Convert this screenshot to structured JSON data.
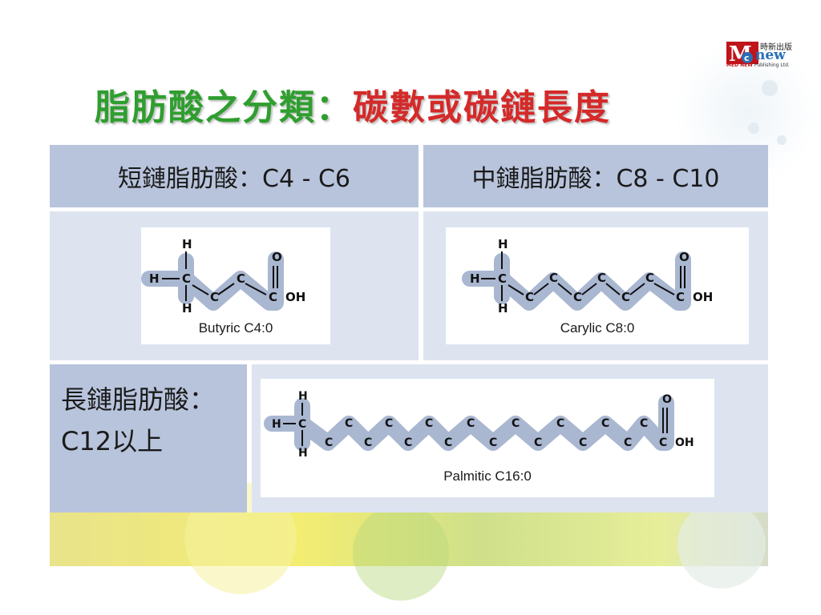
{
  "logo": {
    "letter_m": "M",
    "letter_c": "c",
    "text_cn": "時新出版",
    "text_new": "new",
    "text_pub_brand": "MED NEW",
    "text_pub_rest": "Publishing Ltd."
  },
  "title": {
    "part1": "脂肪酸之分類：",
    "part2": "碳數或碳鏈長度"
  },
  "table": {
    "short_chain_header": "短鏈脂肪酸：C4 - C6",
    "medium_chain_header": "中鏈脂肪酸：C8 - C10",
    "long_chain_label_line1": "長鏈脂肪酸：",
    "long_chain_label_line2": "C12以上"
  },
  "molecules": {
    "butyric": {
      "label": "Butyric C4:0",
      "atoms": {
        "h": "H",
        "c": "C",
        "o": "O",
        "oh": "OH"
      }
    },
    "caprylic": {
      "label": "Carylic C8:0",
      "atoms": {
        "h": "H",
        "c": "C",
        "o": "O",
        "oh": "OH"
      }
    },
    "palmitic": {
      "label": "Palmitic C16:0",
      "atoms": {
        "h": "H",
        "c": "C",
        "o": "O",
        "oh": "OH"
      }
    }
  },
  "colors": {
    "title_green": "#2f9e2f",
    "title_red": "#d42a2a",
    "header_blue": "#b8c4dc",
    "cell_light_blue": "#dde4f0",
    "chain_band": "#a9b7d1"
  }
}
